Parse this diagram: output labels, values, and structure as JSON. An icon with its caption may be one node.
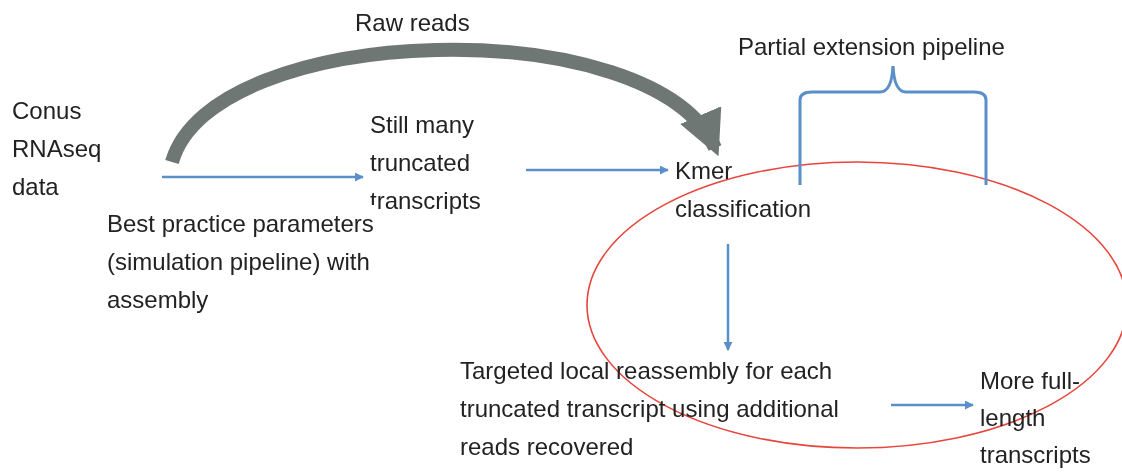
{
  "diagram": {
    "nodes": [
      {
        "text": [
          "Conus RNAseq data"
        ]
      },
      {
        "text": [
          "Still many truncated transcripts"
        ]
      },
      {
        "text": [
          "Kmer classification"
        ]
      },
      {
        "text": [
          "Targeted local reassembly for each truncated transcript using additional reads recovered"
        ]
      },
      {
        "text": [
          "More full-length transcripts"
        ]
      }
    ],
    "edges": [
      {
        "from": 0,
        "to": 1,
        "arrow": "to",
        "label": "Best practice parameters (simulation pipeline) with assembly"
      },
      {
        "from": 0,
        "to": 2,
        "arrow": "to",
        "label": "Raw reads",
        "style": "thick",
        "color": "#6e7773"
      },
      {
        "from": 1,
        "to": 2,
        "arrow": "to"
      },
      {
        "from": 2,
        "to": 3,
        "arrow": "to"
      },
      {
        "from": 3,
        "to": 4,
        "arrow": "to"
      }
    ],
    "labels": [
      "Partial extension pipeline"
    ]
  }
}
